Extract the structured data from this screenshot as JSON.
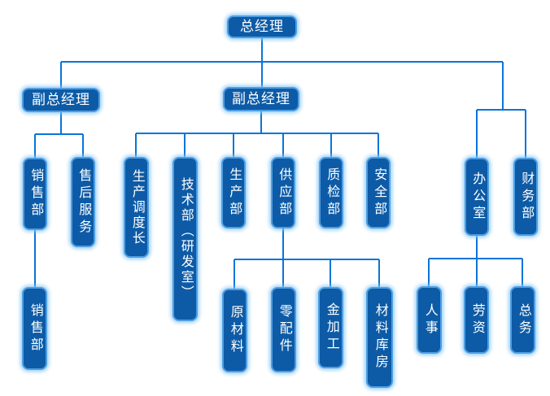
{
  "diagram": {
    "type": "org-chart",
    "description": "Company organization chart (Chinese labels)"
  },
  "colors": {
    "node_fill": "#0D5BA6",
    "node_border": "#4E9EE3",
    "connector_line": "#0A74D8",
    "node_text": "#FFFFFF",
    "background": "#FFFFFF"
  },
  "nodes": [
    {
      "id": "general-manager",
      "label": "总经理",
      "parent": null
    },
    {
      "id": "deputy-gm-left",
      "label": "副总经理",
      "parent": "general-manager"
    },
    {
      "id": "deputy-gm-right",
      "label": "副总经理",
      "parent": "general-manager"
    },
    {
      "id": "sales-dept",
      "label": "销售部",
      "parent": "deputy-gm-left"
    },
    {
      "id": "after-sales-service",
      "label": "售后服务",
      "parent": "deputy-gm-left"
    },
    {
      "id": "sales-dept-sub",
      "label": "销售部",
      "parent": "sales-dept"
    },
    {
      "id": "production-dispatch-chief",
      "label": "生产调度长",
      "parent": "deputy-gm-right"
    },
    {
      "id": "tech-dept-rd-room",
      "label": "技术部（研发室）",
      "parent": "deputy-gm-right"
    },
    {
      "id": "production-dept",
      "label": "生产部",
      "parent": "deputy-gm-right"
    },
    {
      "id": "supply-dept",
      "label": "供应部",
      "parent": "deputy-gm-right"
    },
    {
      "id": "quality-inspection-dept",
      "label": "质检部",
      "parent": "deputy-gm-right"
    },
    {
      "id": "safety-dept",
      "label": "安全部",
      "parent": "deputy-gm-right"
    },
    {
      "id": "office",
      "label": "办公室",
      "parent": "general-manager"
    },
    {
      "id": "finance-dept",
      "label": "财务部",
      "parent": "general-manager"
    },
    {
      "id": "raw-materials",
      "label": "原材料",
      "parent": "supply-dept"
    },
    {
      "id": "spare-parts",
      "label": "零配件",
      "parent": "supply-dept"
    },
    {
      "id": "metal-processing",
      "label": "金加工",
      "parent": "supply-dept"
    },
    {
      "id": "materials-warehouse",
      "label": "材料库房",
      "parent": "supply-dept"
    },
    {
      "id": "personnel",
      "label": "人事",
      "parent": "office"
    },
    {
      "id": "labor-wages",
      "label": "劳资",
      "parent": "office"
    },
    {
      "id": "general-affairs",
      "label": "总务",
      "parent": "office"
    }
  ]
}
